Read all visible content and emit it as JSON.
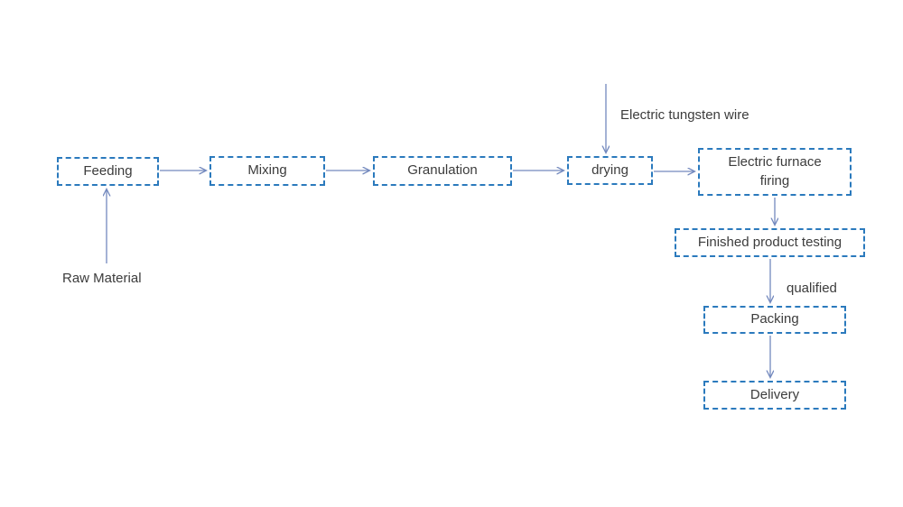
{
  "diagram": {
    "type": "flowchart",
    "colors": {
      "box_border": "#2b7abd",
      "arrow": "#7389be",
      "text": "#3c3c3c",
      "background": "#ffffff"
    },
    "nodes": [
      {
        "id": "feeding",
        "label": "Feeding"
      },
      {
        "id": "mixing",
        "label": "Mixing"
      },
      {
        "id": "granulation",
        "label": "Granulation"
      },
      {
        "id": "drying",
        "label": "drying"
      },
      {
        "id": "furnace",
        "label": "Electric furnace firing"
      },
      {
        "id": "testing",
        "label": "Finished product testing"
      },
      {
        "id": "packing",
        "label": "Packing"
      },
      {
        "id": "delivery",
        "label": "Delivery"
      }
    ],
    "annotations": [
      {
        "id": "raw-material",
        "label": "Raw Material"
      },
      {
        "id": "tungsten-wire",
        "label": "Electric tungsten wire"
      },
      {
        "id": "qualified",
        "label": "qualified"
      }
    ],
    "edges": [
      {
        "from": "Feeding",
        "to": "Mixing"
      },
      {
        "from": "Mixing",
        "to": "Granulation"
      },
      {
        "from": "Granulation",
        "to": "drying"
      },
      {
        "from": "drying",
        "to": "Electric furnace firing"
      },
      {
        "from": "Raw Material",
        "to": "Feeding"
      },
      {
        "from": "Electric tungsten wire",
        "to": "drying"
      },
      {
        "from": "Electric furnace firing",
        "to": "Finished product testing"
      },
      {
        "from": "Finished product testing",
        "to": "Packing",
        "label": "qualified"
      },
      {
        "from": "Packing",
        "to": "Delivery"
      }
    ]
  }
}
